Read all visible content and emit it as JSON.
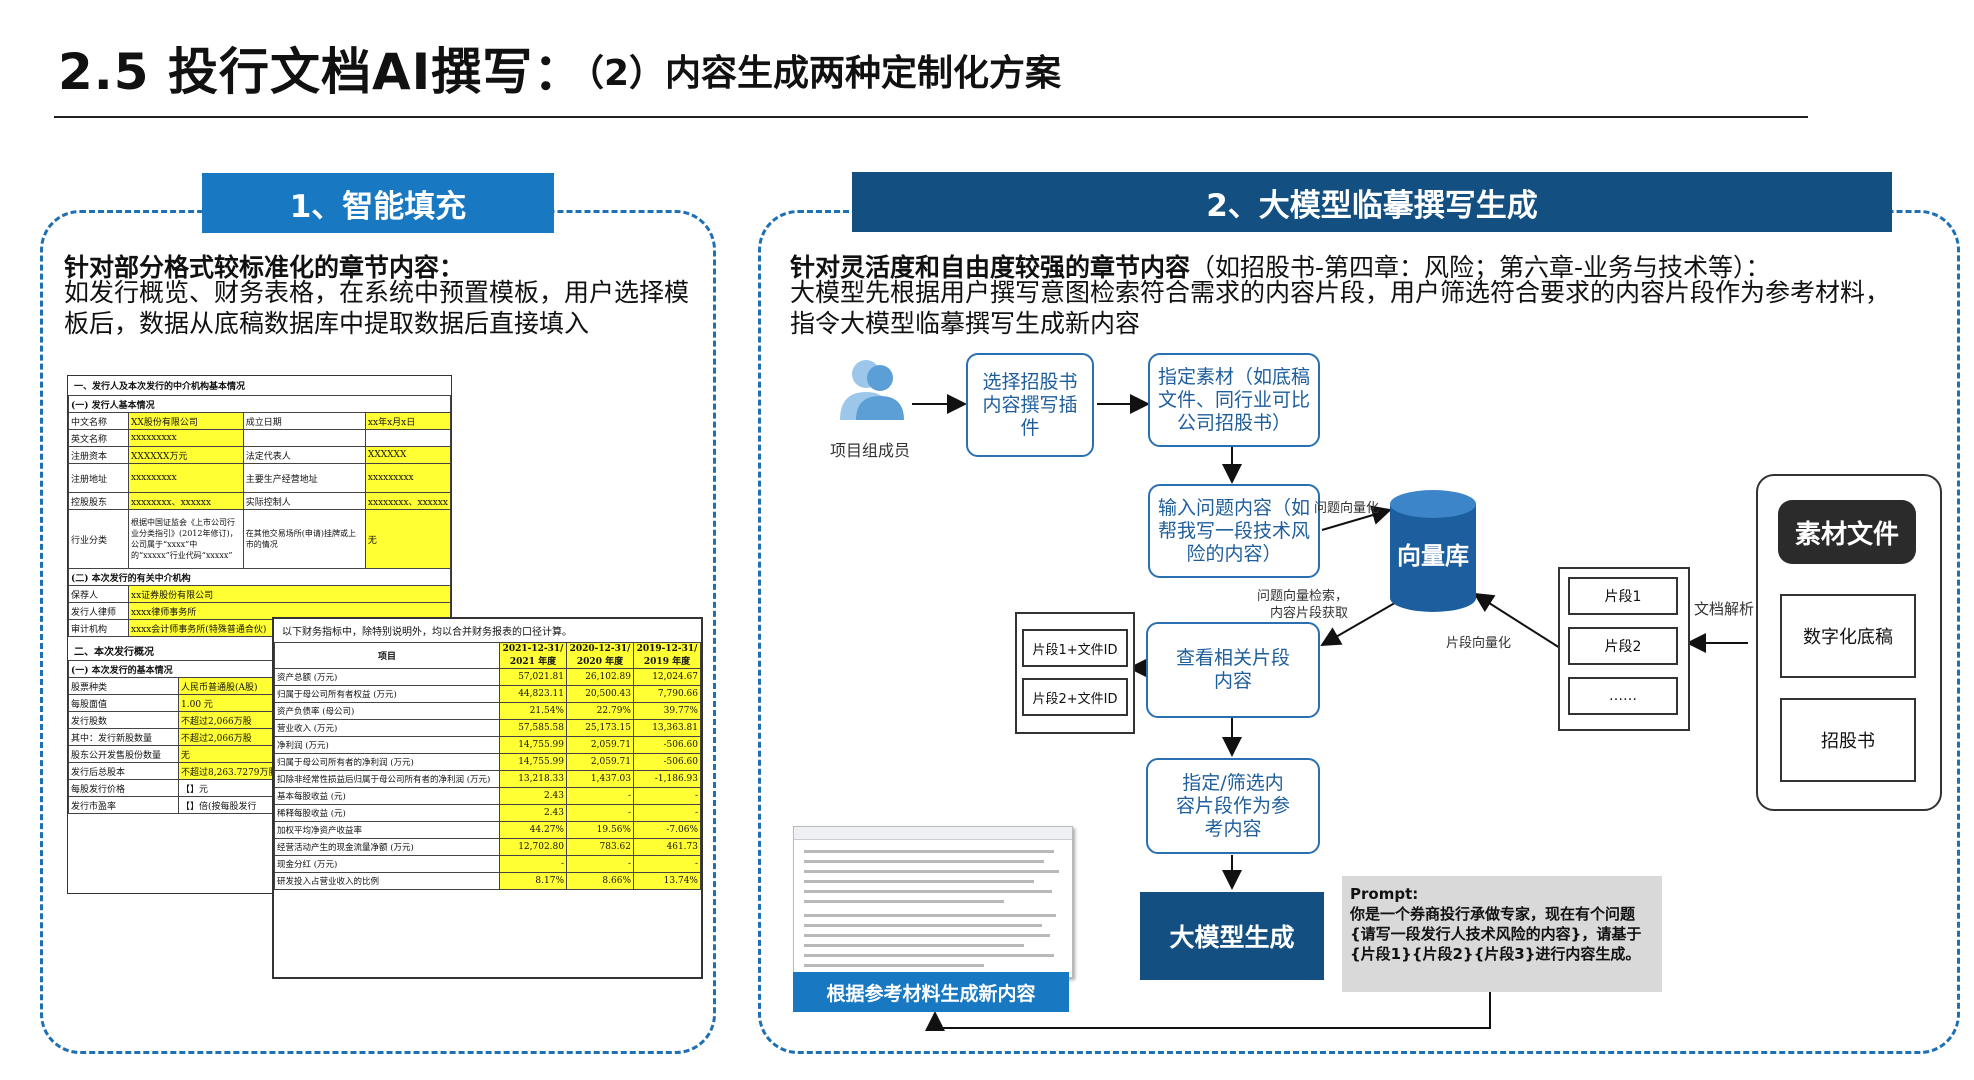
{
  "header": {
    "title": "2.5 投行文档AI撰写：",
    "subtitle": "（2）内容生成两种定制化方案"
  },
  "colors": {
    "accent": "#1f6fb3",
    "banner_left": "#1878c1",
    "banner_right": "#134f80",
    "highlight": "#ffff33"
  },
  "left_panel": {
    "banner": "1、智能填充",
    "heading": "针对部分格式较标准化的章节内容：",
    "desc_line1": "如发行概览、财务表格，在系统中预置模板，用户选择模",
    "desc_line2": "板后，数据从底稿数据库中提取数据后直接填入",
    "doc1": {
      "section1": "一、发行人及本次发行的中介机构基本情况",
      "sub1": "(一) 发行人基本情况",
      "rows": [
        {
          "k": "中文名称",
          "v": "XX股份有限公司",
          "k2": "成立日期",
          "v2": "xx年x月x日"
        },
        {
          "k": "英文名称",
          "v": "xxxxxxxxx",
          "k2": "",
          "v2": ""
        },
        {
          "k": "注册资本",
          "v": "XXXXXX万元",
          "k2": "法定代表人",
          "v2": "XXXXXX"
        },
        {
          "k": "注册地址",
          "v": "xxxxxxxxx",
          "k2": "主要生产经营地址",
          "v2": "xxxxxxxxx"
        },
        {
          "k": "控股股东",
          "v": "xxxxxxxx、xxxxxx",
          "k2": "实际控制人",
          "v2": "xxxxxxxx、xxxxxx"
        },
        {
          "k": "行业分类",
          "v": "根据中国证监会《上市公司行业分类指引》(2012年修订)，公司属于“xxxx”中的“xxxxx”行业代码“xxxxx”",
          "k2": "在其他交易场所(申请)挂牌或上市的情况",
          "v2": "无"
        }
      ],
      "sub2": "(二) 本次发行的有关中介机构",
      "agents": [
        {
          "k": "保荐人",
          "v": "xx证券股份有限公司"
        },
        {
          "k": "发行人律师",
          "v": "xxxx律师事务所"
        },
        {
          "k": "审计机构",
          "v": "xxxx会计师事务所(特殊普通合伙)"
        }
      ],
      "section2": "二、本次发行概况",
      "sub3": "(一) 本次发行的基本情况",
      "issue_rows": [
        {
          "k": "股票种类",
          "v": "人民币普通股(A股)"
        },
        {
          "k": "每股面值",
          "v": "1.00 元"
        },
        {
          "k": "发行股数",
          "v": "不超过2,066万股"
        },
        {
          "k": "其中：发行新股数量",
          "v": "不超过2,066万股"
        },
        {
          "k": "股东公开发售股份数量",
          "v": "无"
        },
        {
          "k": "发行后总股本",
          "v": "不超过8,263.7279万股"
        },
        {
          "k": "每股发行价格",
          "v": "【】元"
        },
        {
          "k": "发行市盈率",
          "v": "【】倍(按每股发行"
        }
      ]
    },
    "doc2": {
      "note": "以下财务指标中，除特别说明外，均以合并财务报表的口径计算。",
      "headers": [
        "项目",
        "2021-12-31/ 2021 年度",
        "2020-12-31/ 2020 年度",
        "2019-12-31/ 2019 年度"
      ],
      "rows": [
        [
          "资产总额 (万元)",
          "57,021.81",
          "26,102.89",
          "12,024.67"
        ],
        [
          "归属于母公司所有者权益 (万元)",
          "44,823.11",
          "20,500.43",
          "7,790.66"
        ],
        [
          "资产负债率 (母公司)",
          "21.54%",
          "22.79%",
          "39.77%"
        ],
        [
          "营业收入 (万元)",
          "57,585.58",
          "25,173.15",
          "13,363.81"
        ],
        [
          "净利润 (万元)",
          "14,755.99",
          "2,059.71",
          "-506.60"
        ],
        [
          "归属于母公司所有者的净利润 (万元)",
          "14,755.99",
          "2,059.71",
          "-506.60"
        ],
        [
          "扣除非经常性损益后归属于母公司所有者的净利润 (万元)",
          "13,218.33",
          "1,437.03",
          "-1,186.93"
        ],
        [
          "基本每股收益 (元)",
          "2.43",
          "-",
          "-"
        ],
        [
          "稀释每股收益 (元)",
          "2.43",
          "-",
          "-"
        ],
        [
          "加权平均净资产收益率",
          "44.27%",
          "19.56%",
          "-7.06%"
        ],
        [
          "经营活动产生的现金流量净额 (万元)",
          "12,702.80",
          "783.62",
          "461.73"
        ],
        [
          "现金分红 (万元)",
          "-",
          "-",
          "-"
        ],
        [
          "研发投入占营业收入的比例",
          "8.17%",
          "8.66%",
          "13.74%"
        ]
      ]
    }
  },
  "right_panel": {
    "banner": "2、大模型临摹撰写生成",
    "heading_bold": "针对灵活度和自由度较强的章节内容",
    "heading_rest": "（如招股书-第四章：风险；第六章-业务与技术等）：",
    "desc_line1": "大模型先根据用户撰写意图检索符合需求的内容片段，用户筛选符合要求的内容片段作为参考材料，",
    "desc_line2": "指令大模型临摹撰写生成新内容",
    "flow": {
      "member_label": "项目组成员",
      "box_select": "选择招股书内容撰写插件",
      "box_assign": "指定素材（如底稿文件、同行业可比公司招股书）",
      "box_input": "输入问题内容（如帮我写一段技术风险的内容）",
      "label_vectorize": "问题向量化",
      "label_search": "问题向量检索，内容片段获取",
      "vector_db": "向量库",
      "label_segment_vec": "片段向量化",
      "seg1": "片段1",
      "seg2": "片段2",
      "seg_more": "……",
      "label_parse": "文档解析",
      "materials_title": "素材文件",
      "mat1": "数字化底稿",
      "mat2": "招股书",
      "box_view": "查看相关片段内容",
      "res1": "片段1+文件ID",
      "res2": "片段2+文件ID",
      "box_filter": "指定/筛选内容片段作为参考内容",
      "box_generate": "大模型生成",
      "prompt_title": "Prompt:",
      "prompt_text": "你是一个券商投行承做专家，现在有个问题{请写一段发行人技术风险的内容}，请基于{片段1}{片段2}{片段3}进行内容生成。",
      "screenshot_caption": "根据参考材料生成新内容"
    }
  }
}
